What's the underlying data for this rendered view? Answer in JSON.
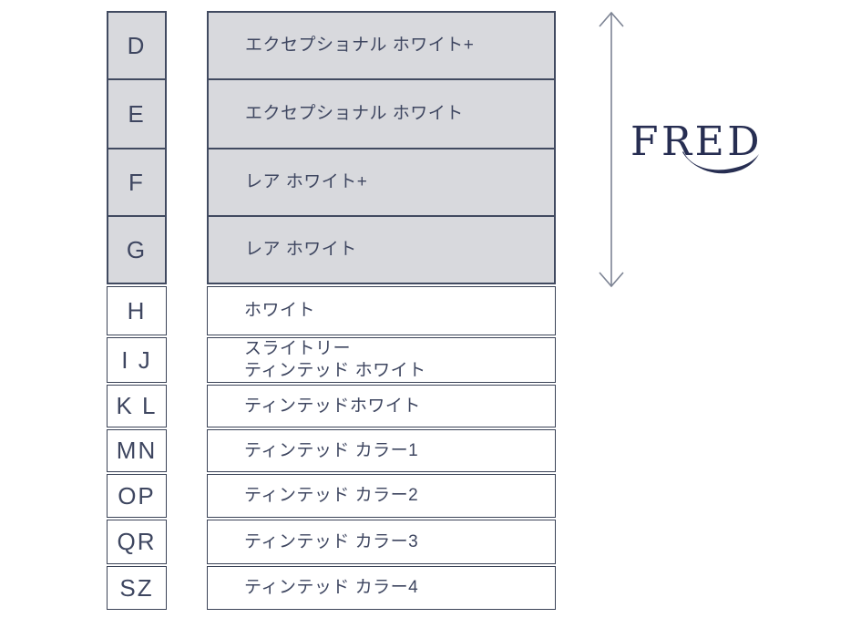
{
  "page": {
    "background": "#ffffff"
  },
  "brand": {
    "logo_text": "FRED",
    "logo_color": "#272e52"
  },
  "arrow": {
    "type": "vertical-double-headed",
    "color": "#7d8494"
  },
  "table": {
    "border_color": "#3b4357",
    "shaded_fill": "#d8d9dd",
    "text_color": "#3e4660",
    "rows": [
      {
        "grade": "D",
        "lines": [
          "エクセプショナル ホワイト+"
        ],
        "shaded": true
      },
      {
        "grade": "E",
        "lines": [
          "エクセプショナル ホワイト"
        ],
        "shaded": true
      },
      {
        "grade": "F",
        "lines": [
          "レア ホワイト+"
        ],
        "shaded": true
      },
      {
        "grade": "G",
        "lines": [
          "レア ホワイト"
        ],
        "shaded": true
      },
      {
        "grade": "H",
        "lines": [
          "ホワイト"
        ],
        "shaded": false
      },
      {
        "grade": "I J",
        "lines": [
          "スライトリー",
          "ティンテッド ホワイト"
        ],
        "shaded": false
      },
      {
        "grade": "K L",
        "lines": [
          "ティンテッドホワイト"
        ],
        "shaded": false
      },
      {
        "grade": "MN",
        "lines": [
          "ティンテッド カラー1"
        ],
        "shaded": false
      },
      {
        "grade": "OP",
        "lines": [
          "ティンテッド カラー2"
        ],
        "shaded": false
      },
      {
        "grade": "QR",
        "lines": [
          "ティンテッド カラー3"
        ],
        "shaded": false
      },
      {
        "grade": "SZ",
        "lines": [
          "ティンテッド カラー4"
        ],
        "shaded": false
      }
    ]
  }
}
